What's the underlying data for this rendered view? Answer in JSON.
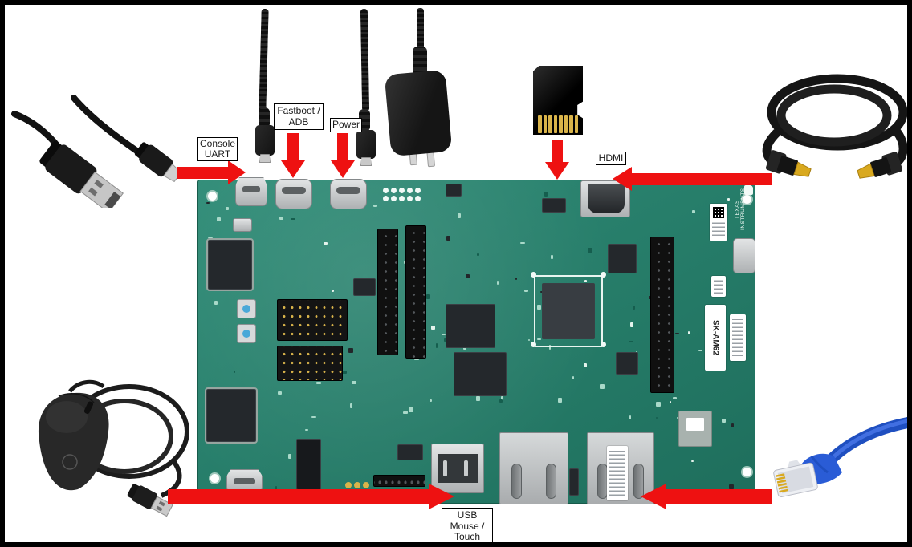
{
  "colors": {
    "frame_border": "#000000",
    "arrow_red": "#ee1111",
    "pcb_green": "#2f8c77",
    "pcb_dark": "#1e6e5c",
    "gold": "#d9b44a",
    "ethernet_blue": "#2a5cd6",
    "label_bg": "#ffffff",
    "label_border": "#000000"
  },
  "callouts": {
    "console_uart": {
      "lines": [
        "Console",
        "UART"
      ]
    },
    "fastboot_adb": {
      "lines": [
        "Fastboot /",
        "ADB"
      ]
    },
    "power": {
      "lines": [
        "Power"
      ]
    },
    "hdmi": {
      "lines": [
        "HDMI"
      ]
    },
    "usb_mouse_touch": {
      "lines": [
        "USB",
        "Mouse /",
        "Touch"
      ]
    }
  },
  "board": {
    "brand_silkscreen": "TEXAS INSTRUMENTS",
    "model_sticker": "SK-AM62"
  },
  "icons": {
    "usb_cable": "usb-a-to-micro-usb-cable",
    "fastboot_cable": "micro-usb-cable",
    "power_cable": "micro-usb-cable",
    "power_adapter": "usb-wall-power-adapter",
    "sd_card": "micro-sd-card",
    "hdmi_cable": "hdmi-cable",
    "mouse": "wired-usb-mouse",
    "ethernet_cable": "blue-ethernet-cable"
  }
}
